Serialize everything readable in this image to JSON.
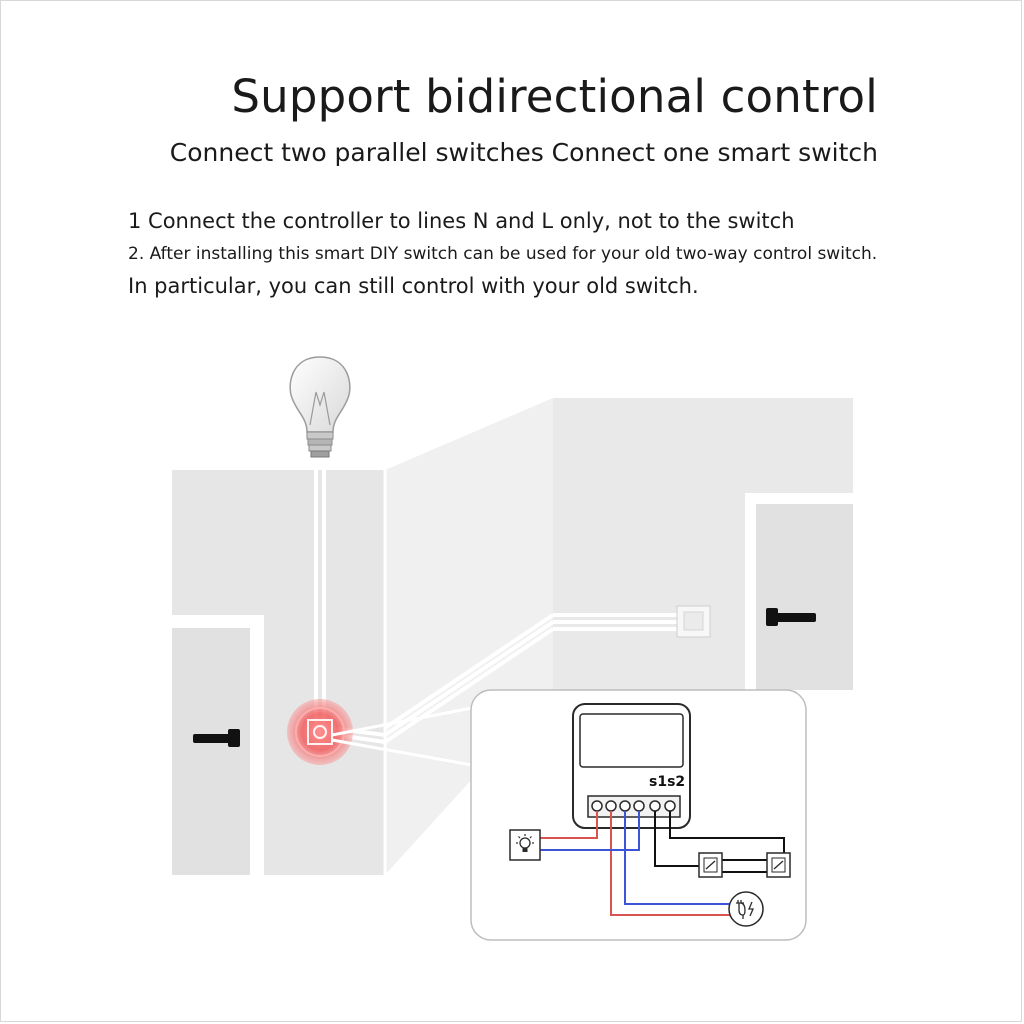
{
  "header": {
    "title": "Support bidirectional control",
    "subtitle": "Connect two parallel switches Connect one smart switch"
  },
  "notes": [
    "1 Connect the controller to lines N and L only, not to the switch",
    "2. After installing this smart DIY switch can be used for your old two-way control switch.",
    "In particular, you can still control with your old switch."
  ],
  "diagram": {
    "module_terminal_label": "s1s2",
    "wire_colors": {
      "live": "#d9534f",
      "neutral": "#3b55d6",
      "switch": "#111111"
    },
    "icons": [
      "light-bulb-icon",
      "smart-module-icon",
      "two-way-switch-icon",
      "lamp-icon",
      "power-plug-icon",
      "wall-switch-icon",
      "door-handle-icon"
    ]
  }
}
